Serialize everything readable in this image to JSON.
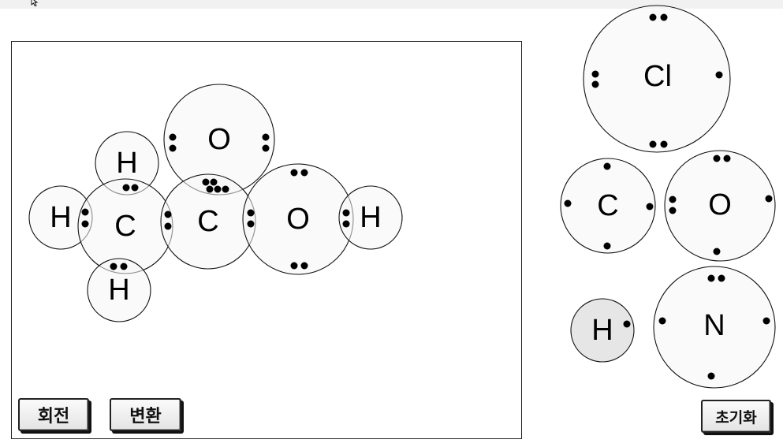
{
  "buttons": {
    "rotate_label": "회전",
    "convert_label": "변환",
    "reset_label": "초기화"
  },
  "workspace": {
    "atoms": [
      {
        "symbol": "H"
      },
      {
        "symbol": "H"
      },
      {
        "symbol": "C"
      },
      {
        "symbol": "H"
      },
      {
        "symbol": "O"
      },
      {
        "symbol": "C"
      },
      {
        "symbol": "O"
      },
      {
        "symbol": "H"
      }
    ]
  },
  "palette": {
    "atoms": [
      {
        "symbol": "Cl"
      },
      {
        "symbol": "C"
      },
      {
        "symbol": "O"
      },
      {
        "symbol": "H"
      },
      {
        "symbol": "N"
      }
    ]
  },
  "colors": {
    "atom_fill": "#f5f5f5",
    "outline": "#111111",
    "electron": "#000000",
    "top_strip": "#f1f1f1"
  },
  "icons": [
    "mouse-cursor-icon"
  ]
}
